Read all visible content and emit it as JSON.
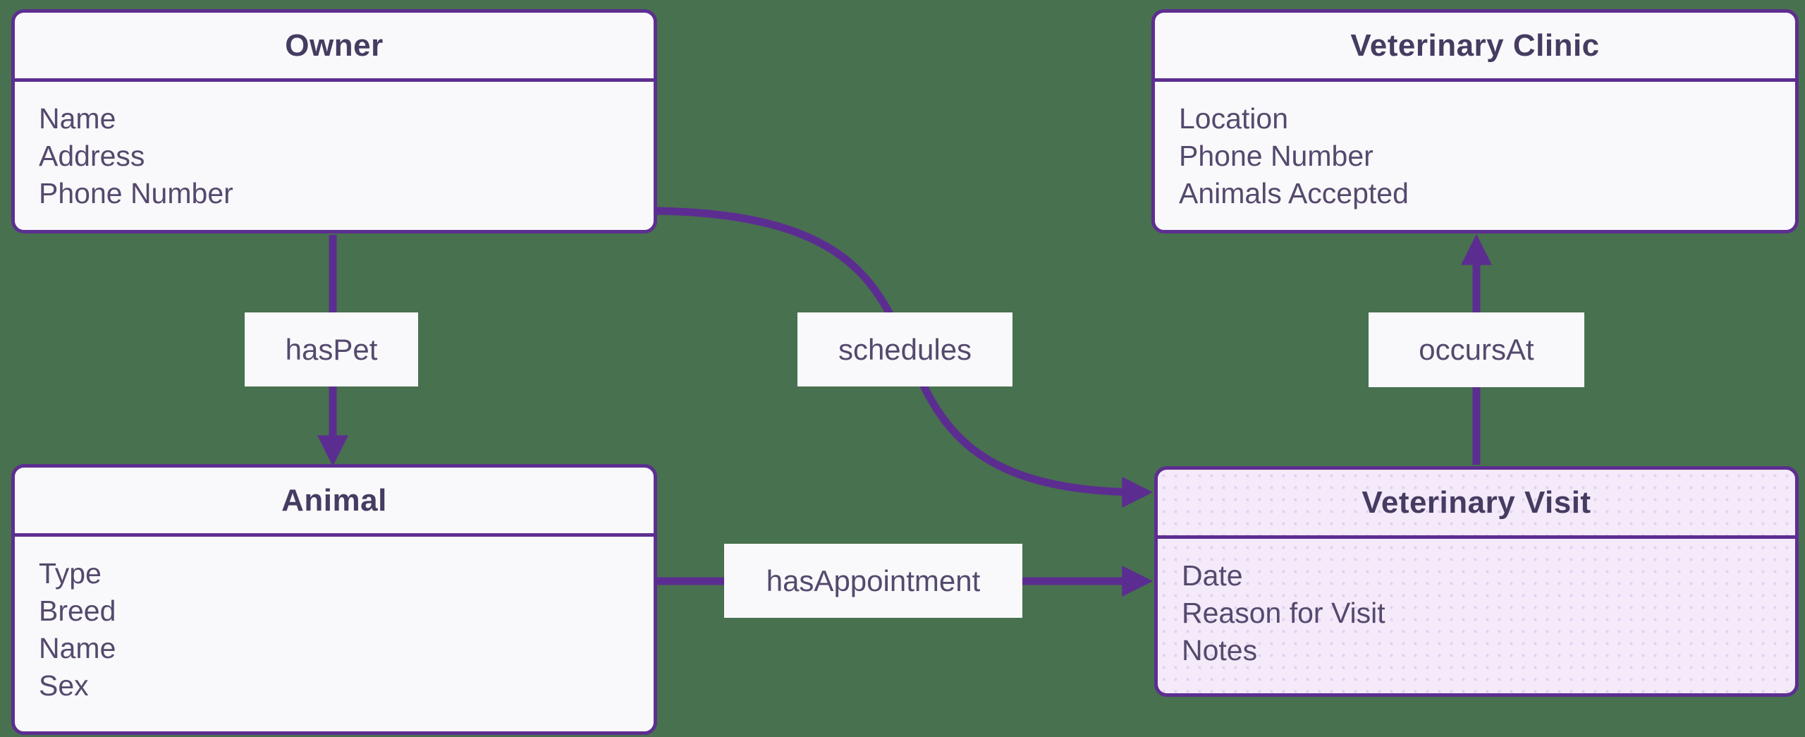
{
  "diagram_type": "entity-relationship",
  "colors": {
    "bg-green": "#48714F",
    "border-purple": "#5D2E91",
    "edge-purple": "#5C2D91",
    "node-fill": "#F9F9FB",
    "node-fill-highlight": "#F4EAF9",
    "title-text": "#463C61",
    "attr-text": "#55496D"
  },
  "entities": [
    {
      "id": "owner",
      "title": "Owner",
      "attributes": [
        "Name",
        "Address",
        "Phone Number"
      ]
    },
    {
      "id": "veterinary-clinic",
      "title": "Veterinary Clinic",
      "attributes": [
        "Location",
        "Phone Number",
        "Animals Accepted"
      ]
    },
    {
      "id": "animal",
      "title": "Animal",
      "attributes": [
        "Type",
        "Breed",
        "Name",
        "Sex"
      ]
    },
    {
      "id": "veterinary-visit",
      "title": "Veterinary Visit",
      "attributes": [
        "Date",
        "Reason for Visit",
        "Notes"
      ],
      "highlighted": true
    }
  ],
  "relationships": [
    {
      "label": "hasPet",
      "from": "Owner",
      "to": "Animal",
      "arrow": "down"
    },
    {
      "label": "schedules",
      "from": "Owner",
      "to": "Veterinary Visit",
      "arrow": "curved-right"
    },
    {
      "label": "occursAt",
      "from": "Veterinary Visit",
      "to": "Veterinary Clinic",
      "arrow": "up"
    },
    {
      "label": "hasAppointment",
      "from": "Animal",
      "to": "Veterinary Visit",
      "arrow": "right"
    }
  ]
}
